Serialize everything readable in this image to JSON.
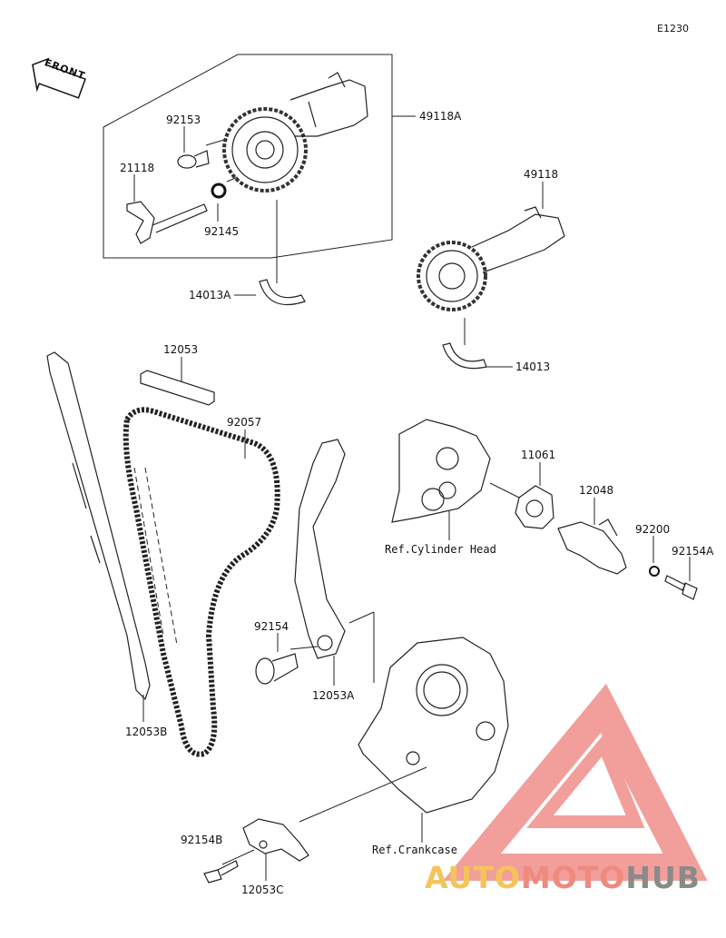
{
  "diagram_code": "E1230",
  "front_label": "FRONT",
  "watermark": {
    "part_a": "AUTO",
    "part_b": "MOTO",
    "part_c": "HUB",
    "color_a": "#f4c45a",
    "color_b": "#ef8a7e",
    "color_c": "#8a8a8a"
  },
  "parts": {
    "p92153": "92153",
    "p21118": "21118",
    "p92145": "92145",
    "p49118A": "49118A",
    "p49118": "49118",
    "p14013A": "14013A",
    "p14013": "14013",
    "p12053": "12053",
    "p92057": "92057",
    "p11061": "11061",
    "p12048": "12048",
    "p92200": "92200",
    "p92154A": "92154A",
    "p92154": "92154",
    "p12053A": "12053A",
    "p12053B": "12053B",
    "p92154B": "92154B",
    "p12053C": "12053C"
  },
  "refs": {
    "cylinder_head": "Ref.Cylinder Head",
    "crankcase": "Ref.Crankcase"
  }
}
